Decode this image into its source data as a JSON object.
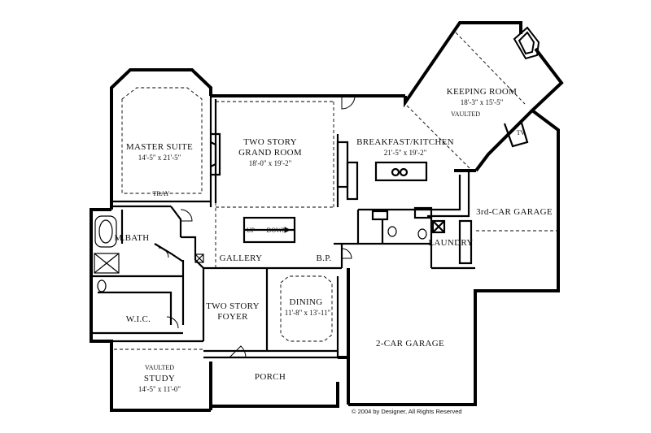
{
  "rooms": {
    "master_suite": {
      "name": "MASTER SUITE",
      "dims": "14'-5\" x 21'-5\""
    },
    "tray": "TRAY",
    "grand_room": {
      "line1": "TWO STORY",
      "line2": "GRAND ROOM",
      "dims": "18'-0\" x 19'-2\""
    },
    "breakfast_kitchen": {
      "name": "BREAKFAST/KITCHEN",
      "dims": "21'-5\" x 19'-2\""
    },
    "keeping_room": {
      "name": "KEEPING ROOM",
      "dims": "18'-3\" x 15'-5\"",
      "note": "VAULTED"
    },
    "tv": "TV",
    "third_garage": "3rd-CAR GARAGE",
    "master_bath": "M.BATH",
    "laundry": "LAUNDRY",
    "gallery": "GALLERY",
    "bp": "B.P.",
    "foyer": {
      "line1": "TWO STORY",
      "line2": "FOYER"
    },
    "dining": {
      "name": "DINING",
      "dims": "11'-8\" x 13'-11\""
    },
    "wic": "W.I.C.",
    "study": {
      "note": "VAULTED",
      "name": "STUDY",
      "dims": "14'-5\" x 11'-0\""
    },
    "porch": "PORCH",
    "two_car_garage": "2-CAR GARAGE"
  },
  "stairs": {
    "up": "UP",
    "down": "DOWN"
  },
  "copyright": "© 2004 by Designer, All Rights Reserved"
}
